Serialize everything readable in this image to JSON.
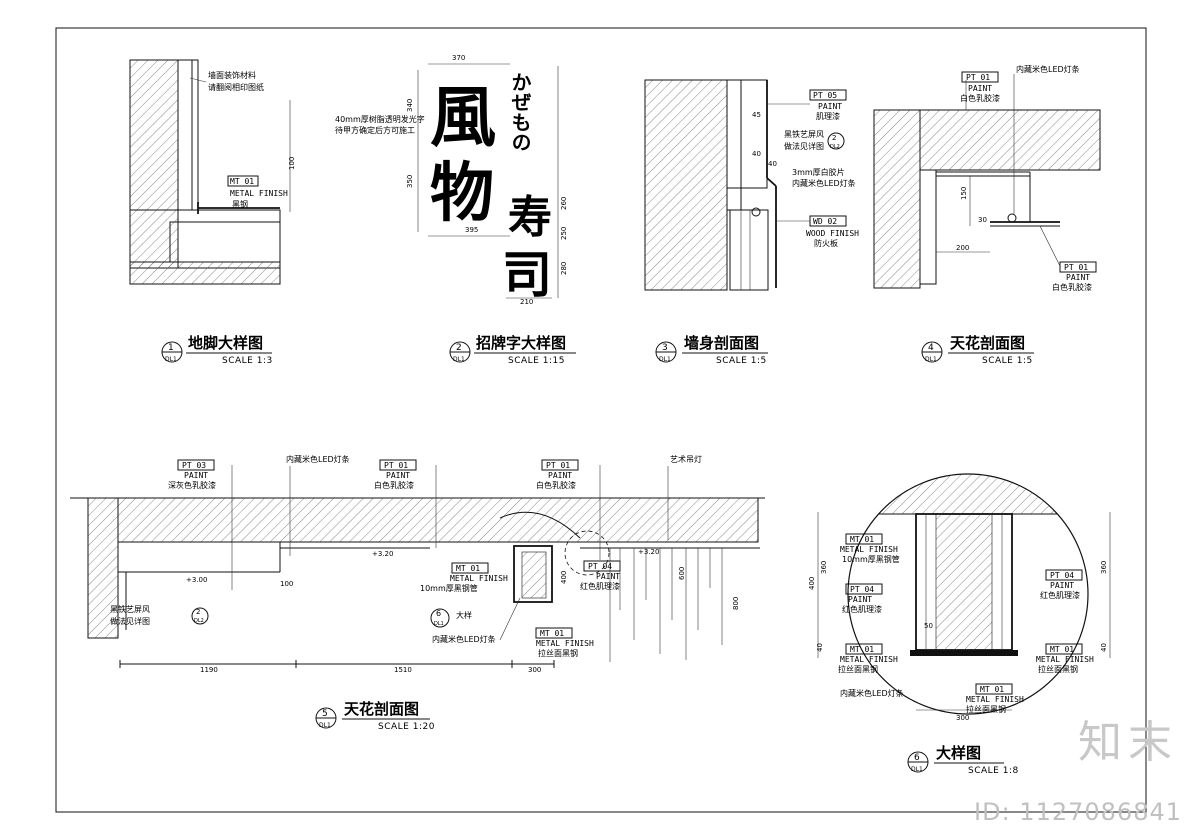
{
  "watermark": "知末",
  "drawing_id": "ID: 1127086841",
  "details": [
    {
      "num": "1",
      "ref": "DL1",
      "title": "地脚大样图",
      "scale": "SCALE 1:3",
      "notes": [
        "墙面装饰材料",
        "请翻阅相印图纸"
      ],
      "tags": [
        {
          "code": "MT 01",
          "en": "METAL FINISH",
          "cn": "黑钢"
        }
      ],
      "dims": [
        "100"
      ]
    },
    {
      "num": "2",
      "ref": "DL1",
      "title": "招牌字大样图",
      "scale": "SCALE 1:15",
      "notes": [
        "40mm厚树脂透明发光字",
        "待甲方确定后方可施工"
      ],
      "sign_kana": "かぜもの",
      "sign_left": [
        "風",
        "物"
      ],
      "sign_right": [
        "寿",
        "司"
      ],
      "dims": [
        "370",
        "340",
        "350",
        "395",
        "260",
        "250",
        "280",
        "210"
      ]
    },
    {
      "num": "3",
      "ref": "DL1",
      "title": "墙身剖面图",
      "scale": "SCALE 1:5",
      "tags": [
        {
          "code": "PT 05",
          "en": "PAINT",
          "cn": "肌理漆"
        },
        {
          "code": "WD 02",
          "en": "WOOD FINISH",
          "cn": "防火板"
        }
      ],
      "notes": [
        "黑铁艺屏风",
        "做法见详图",
        "3mm厚白胶片",
        "内藏米色LED灯条"
      ],
      "callout": {
        "num": "2",
        "ref": "DL2"
      },
      "dims": [
        "45",
        "40",
        "40"
      ]
    },
    {
      "num": "4",
      "ref": "DL1",
      "title": "天花剖面图",
      "scale": "SCALE 1:5",
      "tags": [
        {
          "code": "PT 01",
          "en": "PAINT",
          "cn": "白色乳胶漆"
        },
        {
          "code": "PT 01",
          "en": "PAINT",
          "cn": "白色乳胶漆"
        }
      ],
      "notes": [
        "内藏米色LED灯条"
      ],
      "dims": [
        "150",
        "30",
        "200"
      ]
    },
    {
      "num": "5",
      "ref": "DL1",
      "title": "天花剖面图",
      "scale": "SCALE 1:20",
      "tags": [
        {
          "code": "PT 03",
          "en": "PAINT",
          "cn": "深灰色乳胶漆"
        },
        {
          "code": "PT 01",
          "en": "PAINT",
          "cn": "白色乳胶漆"
        },
        {
          "code": "PT 01",
          "en": "PAINT",
          "cn": "白色乳胶漆"
        },
        {
          "code": "MT 01",
          "en": "METAL FINISH",
          "cn": "10mm厚黑钢管"
        },
        {
          "code": "PT 04",
          "en": "PAINT",
          "cn": "红色肌理漆"
        },
        {
          "code": "MT 01",
          "en": "METAL FINISH",
          "cn": "拉丝面黑钢"
        }
      ],
      "notes": [
        "内藏米色LED灯条",
        "艺术吊灯",
        "黑铁艺屏风",
        "做法见详图",
        "大样",
        "内藏米色LED灯条"
      ],
      "levels": [
        "+3.00",
        "+3.20",
        "+3.20"
      ],
      "callouts": [
        {
          "num": "2",
          "ref": "DL2"
        },
        {
          "num": "6",
          "ref": "DL1"
        }
      ],
      "dims": [
        "1190",
        "1510",
        "300",
        "100",
        "400",
        "600",
        "800"
      ]
    },
    {
      "num": "6",
      "ref": "DL1",
      "title": "大样图",
      "scale": "SCALE 1:8",
      "tags": [
        {
          "code": "MT 01",
          "en": "METAL FINISH",
          "cn": "10mm厚黑钢管"
        },
        {
          "code": "PT 04",
          "en": "PAINT",
          "cn": "红色肌理漆"
        },
        {
          "code": "PT 04",
          "en": "PAINT",
          "cn": "红色肌理漆"
        },
        {
          "code": "MT 01",
          "en": "METAL FINISH",
          "cn": "拉丝面黑钢"
        },
        {
          "code": "MT 01",
          "en": "METAL FINISH",
          "cn": "拉丝面黑钢"
        },
        {
          "code": "MT 01",
          "en": "METAL FINISH",
          "cn": "拉丝面黑钢"
        }
      ],
      "notes": [
        "内藏米色LED灯条"
      ],
      "dims": [
        "400",
        "360",
        "40",
        "50",
        "300",
        "360",
        "40"
      ]
    }
  ]
}
